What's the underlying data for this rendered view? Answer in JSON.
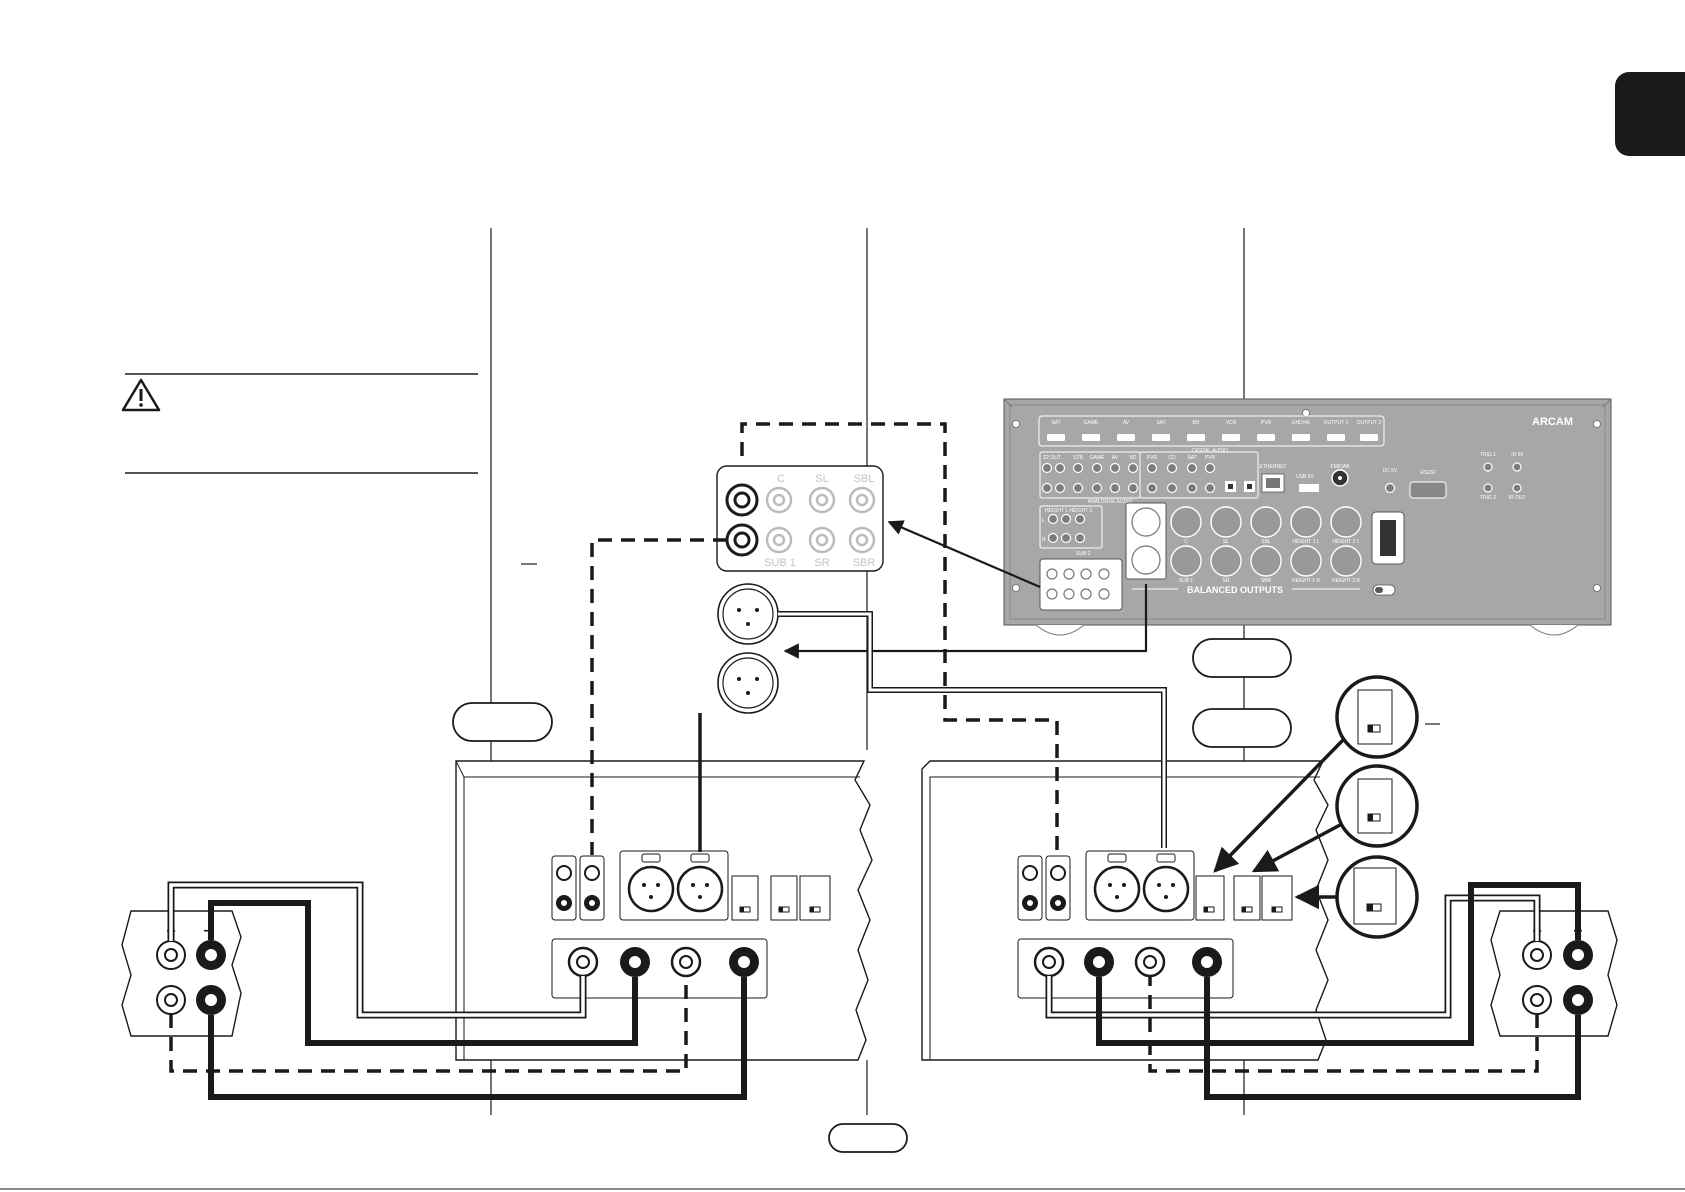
{
  "brand": "ARCAM",
  "labels": {
    "balanced_outputs": "BALANCED OUTPUTS",
    "preout_row1": [
      "C",
      "SL",
      "SBL"
    ],
    "preout_row2": [
      "SUB 1",
      "SR",
      "SBR"
    ],
    "terminal_plus": "+",
    "terminal_minus": "–",
    "dash_mark": "–"
  },
  "panel_labels": {
    "hdmi": [
      "SAT",
      "GAME",
      "AV",
      "SAT",
      "BD",
      "VCR",
      "PVR",
      "UHD/4K",
      "OUTPUT 1",
      "OUTPUT 2"
    ],
    "ports": [
      "ETHERNET",
      "USB 5V",
      "FM/DAB",
      "DC 5V",
      "RS232",
      "TRIG 1",
      "TRIG 2",
      "IR IN",
      "IR OUT"
    ],
    "analogue": [
      "Z2 OUT",
      "STB",
      "GAME",
      "AV",
      "BD",
      "PVR",
      "CD",
      "SAT",
      "PVR"
    ],
    "balanced": [
      "C",
      "SL",
      "SBL",
      "HEIGHT 1 L",
      "HEIGHT 2 L",
      "SUB 1",
      "SR",
      "SBR",
      "HEIGHT 1 R",
      "HEIGHT 2 R"
    ],
    "misc": [
      "HEIGHT 1 HEIGHT 2",
      "ANALOGUE AUDIO",
      "DIGITAL AUDIO",
      "SUB 2",
      "L",
      "R"
    ]
  },
  "colors": {
    "ink": "#1a1a1a",
    "panel": "#a7a7a7",
    "panel_dark": "#7d7d7d"
  }
}
